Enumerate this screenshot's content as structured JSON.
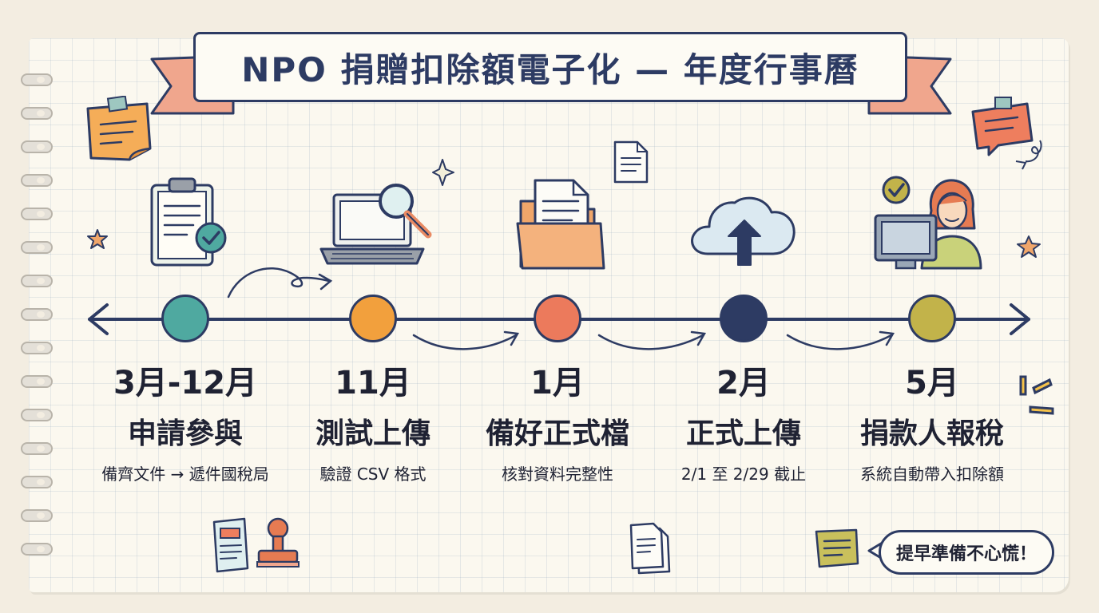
{
  "title": "NPO 捐贈扣除額電子化 — 年度行事曆",
  "steps": [
    {
      "month": "3月-12月",
      "title": "申請參與",
      "desc": "備齊文件 → 遞件國稅局",
      "color": "#4fa9a0",
      "highlight": "#8fd0c6",
      "icon": "clipboard-check-icon"
    },
    {
      "month": "11月",
      "title": "測試上傳",
      "desc": "驗證 CSV 格式",
      "color": "#f2a03d",
      "highlight": "#f5b25e",
      "icon": "laptop-search-icon"
    },
    {
      "month": "1月",
      "title": "備好正式檔",
      "desc": "核對資料完整性",
      "color": "#ec7a5c",
      "highlight": "#f2a08a",
      "icon": "folder-document-icon"
    },
    {
      "month": "2月",
      "title": "正式上傳",
      "desc": "2/1 至 2/29 截止",
      "color": "#2d3b63",
      "highlight": "#6a79a3",
      "icon": "cloud-upload-icon"
    },
    {
      "month": "5月",
      "title": "捐款人報稅",
      "desc": "系統自動帶入扣除額",
      "color": "#c2b34a",
      "highlight": "#d9ce73",
      "icon": "person-computer-icon"
    }
  ],
  "reminder": "提早準備不心慌！",
  "colors": {
    "navy": "#2d3b63",
    "paper": "#fbf8ef",
    "background": "#f3ede1"
  }
}
